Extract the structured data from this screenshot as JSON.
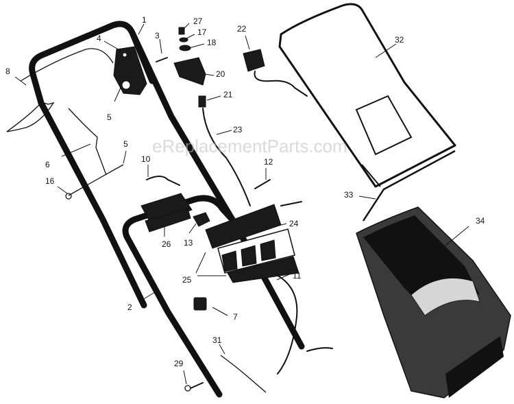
{
  "watermark": "eReplacementParts.com",
  "callouts": [
    {
      "id": "1",
      "text": "1"
    },
    {
      "id": "2",
      "text": "2"
    },
    {
      "id": "3",
      "text": "3"
    },
    {
      "id": "4",
      "text": "4"
    },
    {
      "id": "5a",
      "text": "5"
    },
    {
      "id": "5b",
      "text": "5"
    },
    {
      "id": "6",
      "text": "6"
    },
    {
      "id": "7",
      "text": "7"
    },
    {
      "id": "8",
      "text": "8"
    },
    {
      "id": "10",
      "text": "10"
    },
    {
      "id": "11",
      "text": "11"
    },
    {
      "id": "12",
      "text": "12"
    },
    {
      "id": "13",
      "text": "13"
    },
    {
      "id": "16",
      "text": "16"
    },
    {
      "id": "17",
      "text": "17"
    },
    {
      "id": "18",
      "text": "18"
    },
    {
      "id": "20",
      "text": "20"
    },
    {
      "id": "21",
      "text": "21"
    },
    {
      "id": "22",
      "text": "22"
    },
    {
      "id": "23",
      "text": "23"
    },
    {
      "id": "24",
      "text": "24"
    },
    {
      "id": "25",
      "text": "25"
    },
    {
      "id": "26",
      "text": "26"
    },
    {
      "id": "27",
      "text": "27"
    },
    {
      "id": "29",
      "text": "29"
    },
    {
      "id": "31",
      "text": "31"
    },
    {
      "id": "32",
      "text": "32"
    },
    {
      "id": "33",
      "text": "33"
    },
    {
      "id": "34",
      "text": "34"
    }
  ]
}
